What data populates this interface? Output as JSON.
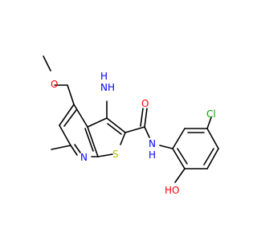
{
  "colors": {
    "background": "#ffffff",
    "bond": "#000000",
    "carbon_text": "#000000",
    "nitrogen": "#0000ff",
    "oxygen": "#ff0000",
    "sulfur": "#b8b800",
    "chlorine": "#00a000"
  },
  "atom_labels": {
    "amino_n": "N",
    "amino_h": "H",
    "amino_h2": "H",
    "methoxy_o": "O",
    "pyridine_n": "N",
    "thiophene_s": "S",
    "carbonyl_o": "O",
    "amide_n": "N",
    "amide_h": "H",
    "chloro": "Cl",
    "hydroxy_o": "O",
    "hydroxy_h": "H"
  }
}
